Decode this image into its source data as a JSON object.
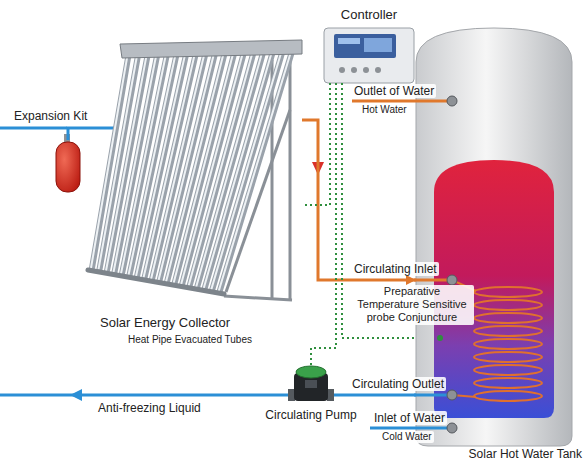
{
  "diagram": {
    "nodes": [
      {
        "text": [
          "Controller"
        ]
      },
      {
        "text": [
          "Expansion Kit"
        ]
      },
      {
        "text": [
          "Solar Energy Collector",
          "Heat Pipe Evacuated Tubes"
        ]
      },
      {
        "text": [
          "Circulating Pump"
        ]
      },
      {
        "text": [
          "Solar Hot Water Tank"
        ]
      }
    ],
    "edges": [
      {
        "from": 2,
        "to": 4,
        "arrow": "to"
      },
      {
        "from": 4,
        "to": 3,
        "arrow": "none"
      },
      {
        "from": 0,
        "to": 2,
        "arrow": "none"
      },
      {
        "from": 0,
        "to": 4,
        "arrow": "none"
      },
      {
        "from": 0,
        "to": 3,
        "arrow": "none"
      },
      {
        "from": 1,
        "to": 2,
        "arrow": "none"
      }
    ],
    "labels": [
      "Outlet of Water",
      "Hot Water",
      "Circulating Inlet",
      "Preparative Temperature Sensitive probe Conjuncture",
      "Circulating Outlet",
      "Anti-freezing Liquid",
      "Inlet of Water",
      "Cold Water"
    ]
  }
}
